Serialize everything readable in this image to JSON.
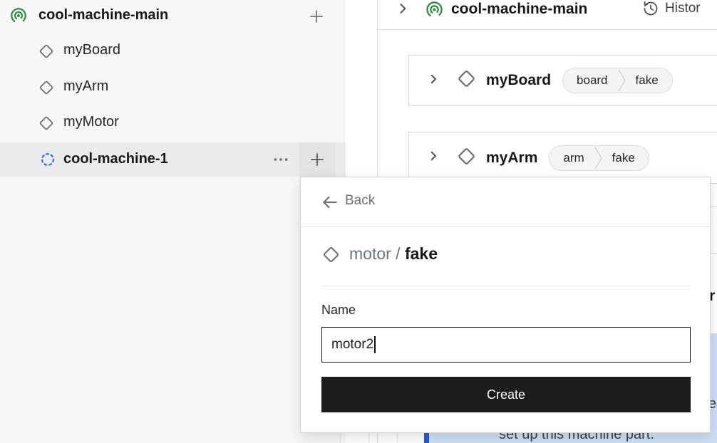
{
  "sidebar": {
    "machine_name": "cool-machine-main",
    "items": [
      {
        "label": "myBoard"
      },
      {
        "label": "myArm"
      },
      {
        "label": "myMotor"
      }
    ],
    "selected_part": {
      "label": "cool-machine-1"
    }
  },
  "main": {
    "header": {
      "machine_name": "cool-machine-main",
      "history_label": "Histor"
    },
    "cards": [
      {
        "name": "myBoard",
        "badge": [
          "board",
          "fake"
        ]
      },
      {
        "name": "myArm",
        "badge": [
          "arm",
          "fake"
        ]
      }
    ],
    "fragments": {
      "letter_r": "r",
      "letter_e": "e",
      "selection_text": "set up this machine part."
    }
  },
  "modal": {
    "back_label": "Back",
    "type_label": "motor / ",
    "model_label": "fake",
    "name_label": "Name",
    "name_value": "motor2",
    "create_label": "Create"
  },
  "colors": {
    "brand_green": "#2e8b40",
    "selection_blue": "#cfe0f5",
    "accent_blue": "#2c5bd6",
    "dashed_part_blue": "#2563eb",
    "button_dark": "#1c1c1e"
  }
}
